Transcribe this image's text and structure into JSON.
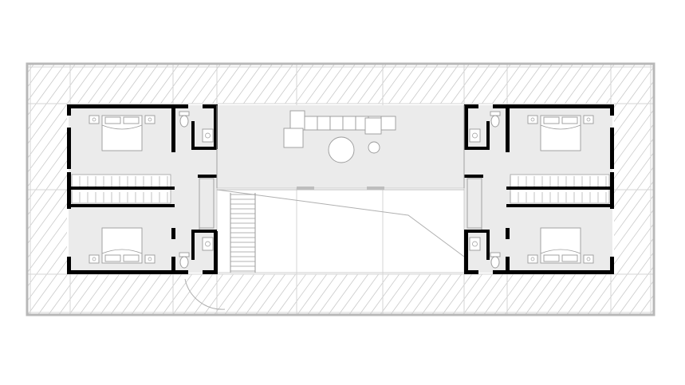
{
  "drawing": {
    "type": "architectural-floor-plan",
    "labels_shown": false,
    "colors": {
      "background": "#ffffff",
      "outline": "#b8b8b8",
      "hatch": "#c9c9c9",
      "grid": "#d6d6d6",
      "wall": "#000000",
      "floor": "#ebebeb",
      "furniture": "#9a9a9a",
      "furniture_fill": "#ffffff",
      "opening": "#a0a0a0"
    },
    "rooms": [
      {
        "name": "bedroom-top-left",
        "fixtures": [
          "double-bed",
          "nightstand-left",
          "nightstand-right"
        ]
      },
      {
        "name": "bedroom-bottom-left",
        "fixtures": [
          "double-bed",
          "nightstand-left",
          "nightstand-right"
        ]
      },
      {
        "name": "bedroom-top-right",
        "fixtures": [
          "double-bed",
          "nightstand-left",
          "nightstand-right"
        ]
      },
      {
        "name": "bedroom-bottom-right",
        "fixtures": [
          "double-bed",
          "nightstand-left",
          "nightstand-right"
        ]
      },
      {
        "name": "bathroom-top-left",
        "fixtures": [
          "toilet",
          "sink"
        ]
      },
      {
        "name": "bathroom-bottom-left",
        "fixtures": [
          "toilet",
          "sink"
        ]
      },
      {
        "name": "bathroom-top-right",
        "fixtures": [
          "toilet",
          "sink"
        ]
      },
      {
        "name": "bathroom-bottom-right",
        "fixtures": [
          "toilet",
          "sink"
        ]
      },
      {
        "name": "living-lounge",
        "fixtures": [
          "sectional-sofa",
          "armchair",
          "round-table",
          "side-table"
        ]
      },
      {
        "name": "stair-void",
        "fixtures": [
          "stairs",
          "open-to-below"
        ]
      }
    ]
  }
}
